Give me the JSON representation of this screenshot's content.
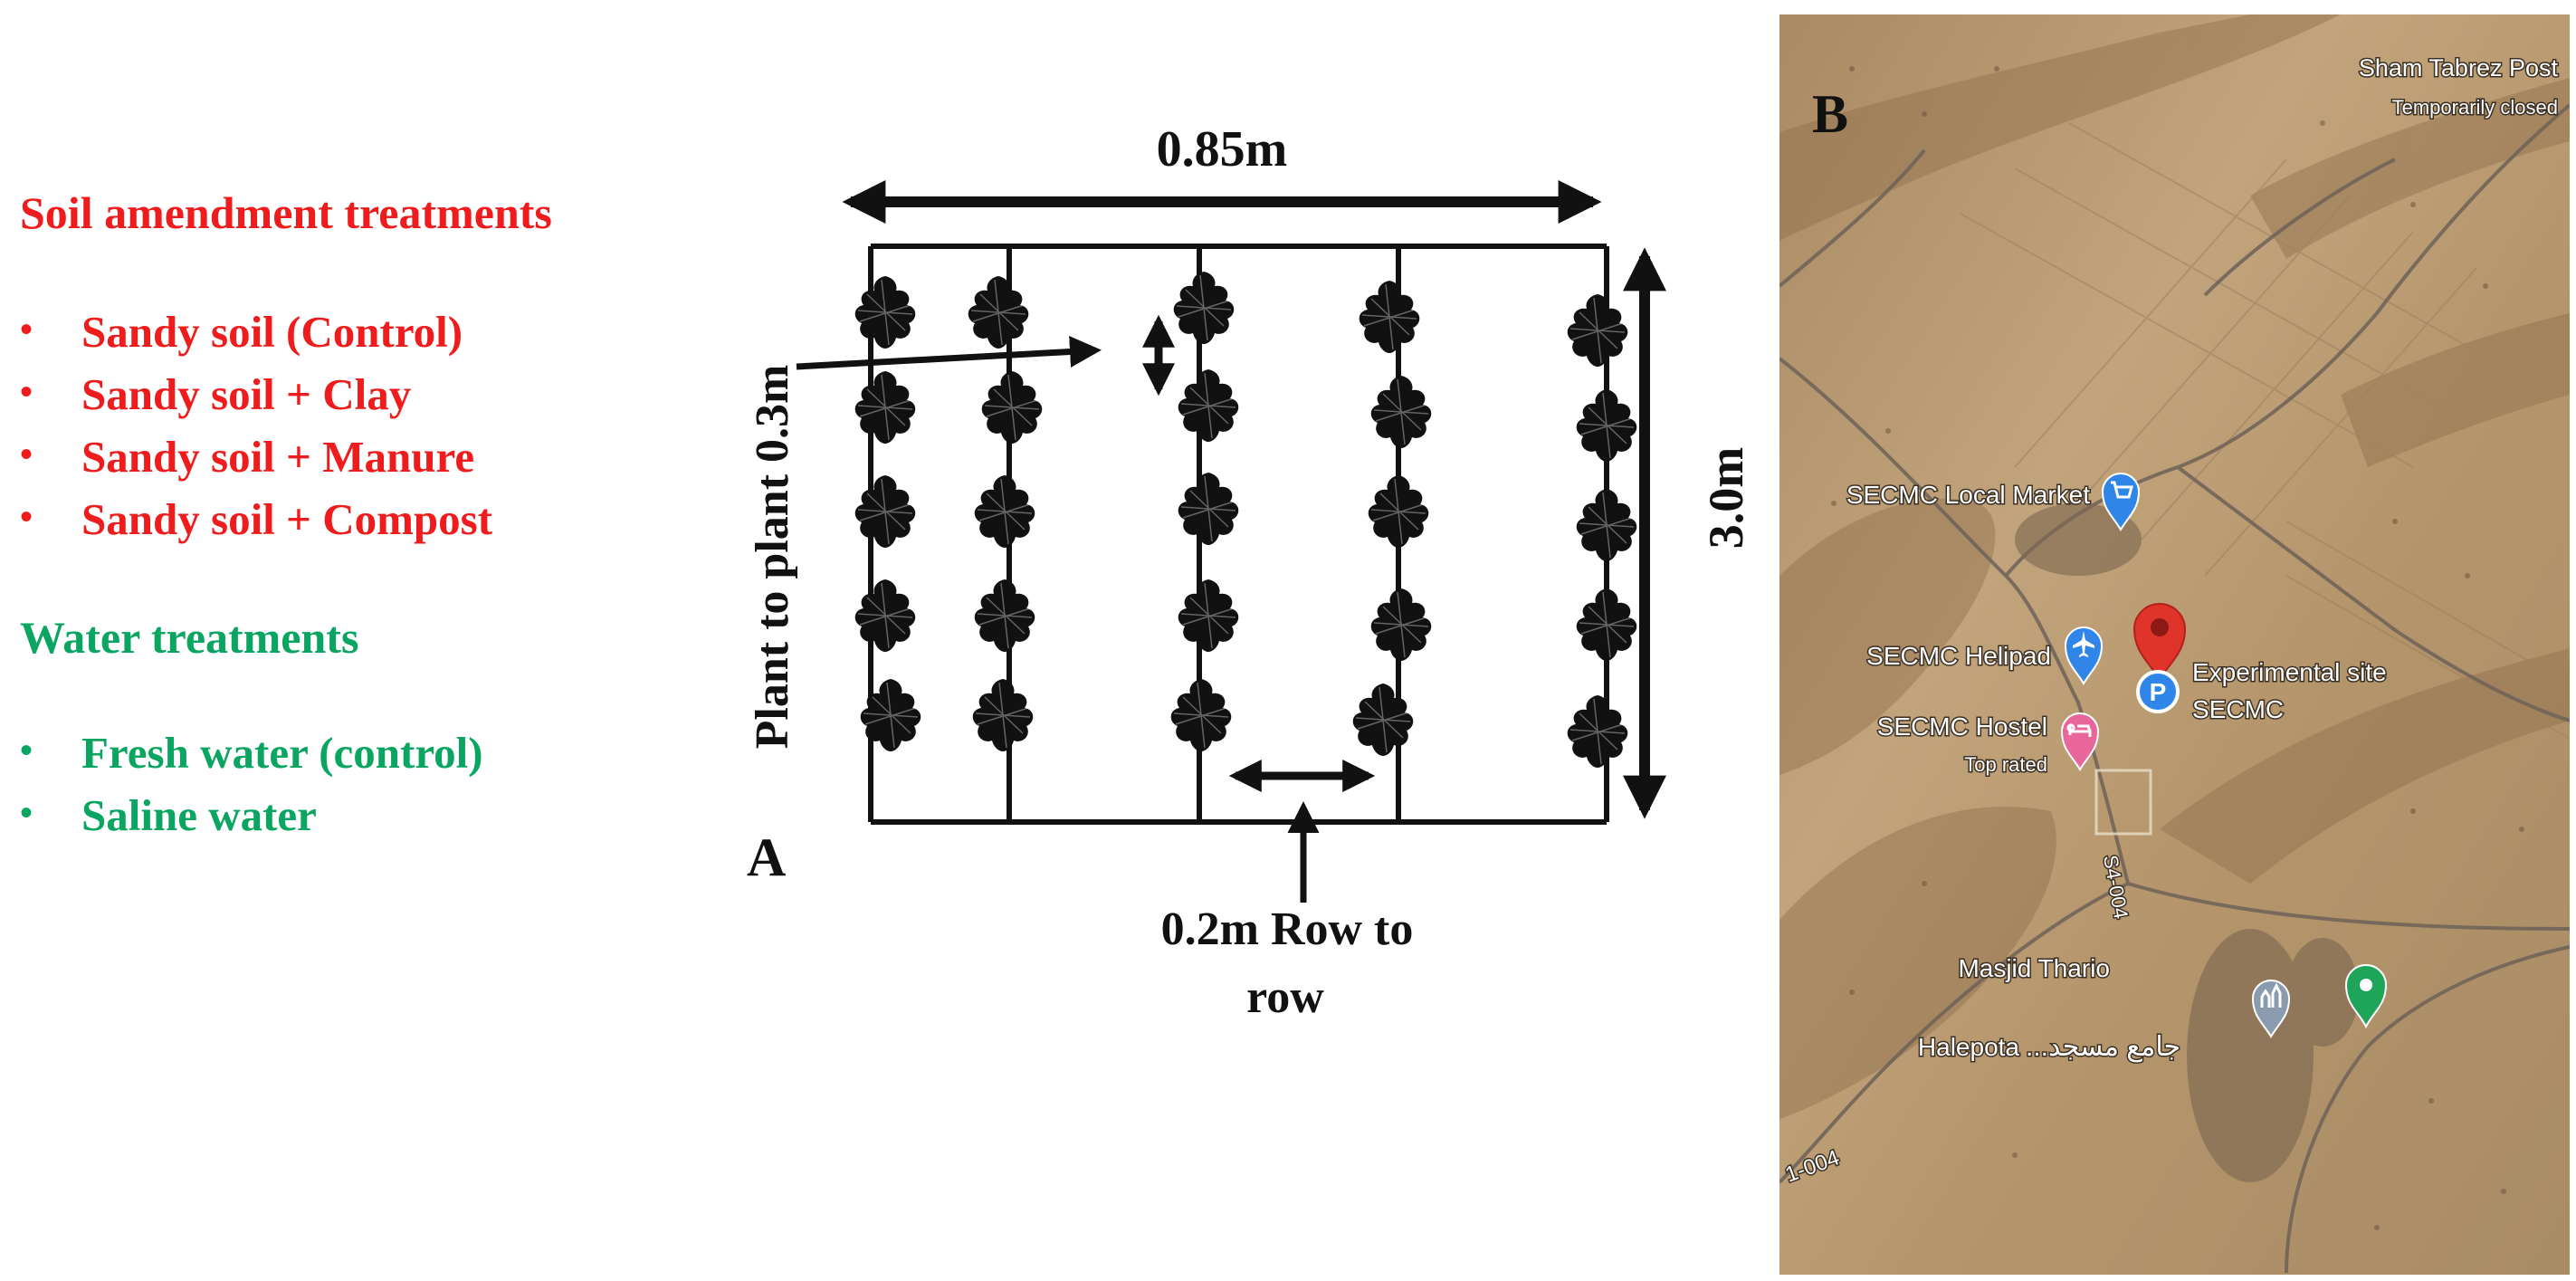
{
  "treatments": {
    "soil": {
      "heading": "Soil amendment treatments",
      "items": [
        "Sandy soil (Control)",
        "Sandy soil + Clay",
        "Sandy soil + Manure",
        "Sandy soil + Compost"
      ]
    },
    "water": {
      "heading": "Water treatments",
      "items": [
        "Fresh water (control)",
        "Saline water"
      ]
    },
    "bullet": "•"
  },
  "diagram": {
    "panel_label": "A",
    "width_label": "0.85m",
    "length_label": "3.0m",
    "plant_spacing_label": "Plant to plant 0.3m",
    "row_spacing_label_line1": "0.2m Row to",
    "row_spacing_label_line2": "row"
  },
  "map": {
    "panel_label": "B",
    "places": {
      "sham_tabrez": "Sham Tabrez Post",
      "sham_tabrez_status": "Temporarily closed",
      "local_market": "SECMC Local Market",
      "helipad": "SECMC Helipad",
      "experimental_site_line1": "Experimental site",
      "experimental_site_line2": "SECMC",
      "hostel": "SECMC Hostel",
      "hostel_note": "Top rated",
      "masjid": "Masjid Thario",
      "halepota": "Halepota",
      "halepota_urdu": "...جامع مسجد",
      "road_label": "S4-004",
      "road_label_lower": "1-004"
    }
  },
  "colors": {
    "soil_red": "#ee1c1c",
    "water_green": "#0aa560",
    "map_ground": "#b89a72",
    "pin_red": "#e0342b",
    "pin_blue": "#2f86e8",
    "pin_pink": "#e9669a",
    "pin_green": "#1ea55a",
    "pin_gray": "#8a9bb0"
  },
  "icons": [
    "tree-icon",
    "airplane-icon",
    "shopping-cart-icon",
    "bed-icon",
    "parking-icon",
    "mosque-icon",
    "map-pin-icon"
  ]
}
